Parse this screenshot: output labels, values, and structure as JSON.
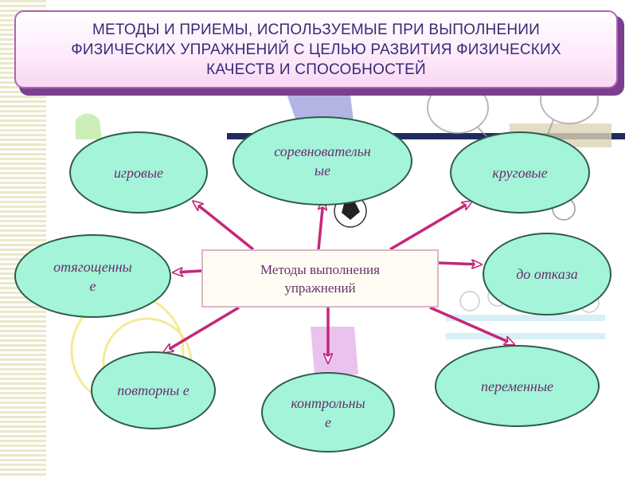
{
  "title": "МЕТОДЫ И ПРИЕМЫ, ИСПОЛЬЗУЕМЫЕ ПРИ ВЫПОЛНЕНИИ ФИЗИЧЕСКИХ УПРАЖНЕНИЙ С ЦЕЛЬЮ РАЗВИТИЯ ФИЗИЧЕСКИХ КАЧЕСТВ И СПОСОБНОСТЕЙ",
  "center": "Методы выполнения упражнений",
  "methods": {
    "igrovye": "игровые",
    "sorevnovatelnye": "соревновательн ые",
    "krugovye": "круговые",
    "otyagoshchennye": "отягощенны е",
    "do_otkaza": "до отказа",
    "povtornye": "повторны е",
    "kontrolnye": "контрольны е",
    "peremennye": "переменные"
  },
  "colors": {
    "oval_fill": "#a3f4d8",
    "oval_border": "#2f5a4c",
    "arrow": "#c2287a",
    "title_border": "#b163b4",
    "title_shadow": "#7b3f8f",
    "text": "#6a2e6e"
  }
}
